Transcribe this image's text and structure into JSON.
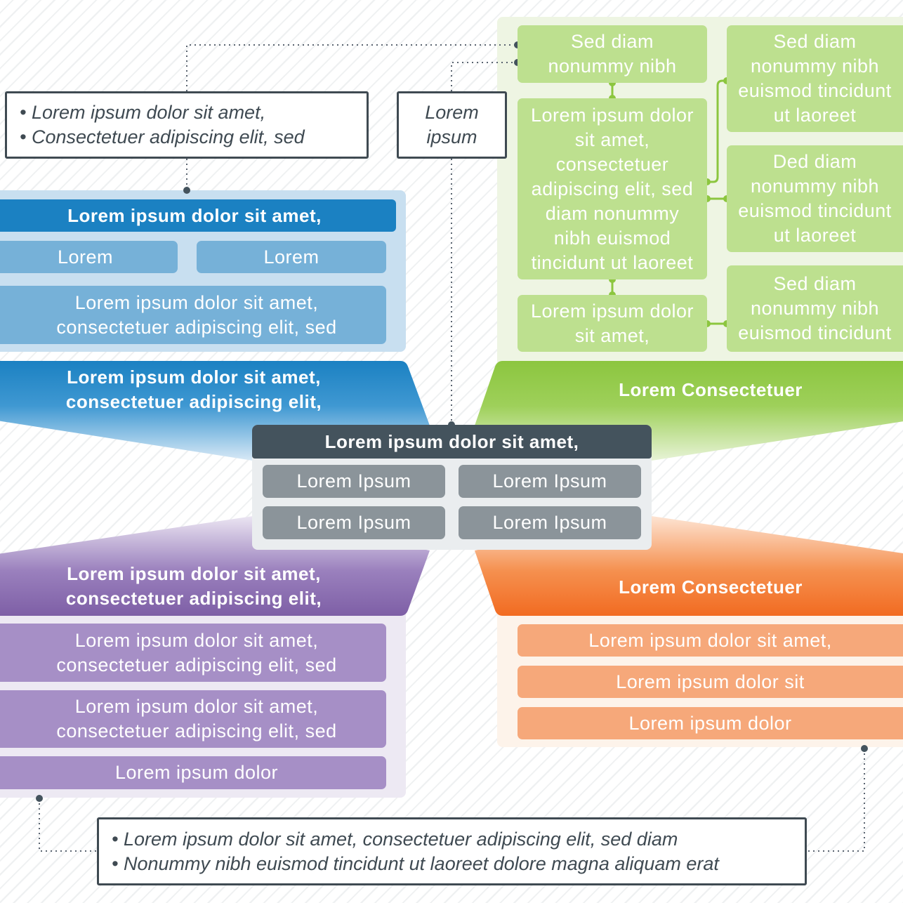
{
  "notes": {
    "top_left": [
      "• Lorem ipsum dolor sit amet,",
      "• Consectetuer adipiscing elit, sed"
    ],
    "top_mid": [
      "Lorem",
      "ipsum"
    ],
    "bottom": [
      "• Lorem ipsum dolor sit amet, consectetuer adipiscing elit, sed diam",
      "• Nonummy nibh euismod tincidunt ut laoreet dolore magna aliquam erat"
    ]
  },
  "blue": {
    "title": "Lorem ipsum dolor sit amet,",
    "btn_left": "Lorem",
    "btn_right": "Lorem",
    "wide": [
      "Lorem ipsum dolor sit amet,",
      "consectetuer adipiscing elit, sed"
    ],
    "banner": [
      "Lorem ipsum dolor sit amet,",
      "consectetuer adipiscing elit,"
    ]
  },
  "green": {
    "banner": "Lorem Consectetuer",
    "left": [
      [
        "Sed diam",
        "nonummy nibh"
      ],
      [
        "Lorem ipsum dolor",
        "sit amet,",
        "consectetuer",
        "adipiscing elit, sed",
        "diam nonummy",
        "nibh euismod",
        "tincidunt ut laoreet"
      ],
      [
        "Lorem ipsum dolor",
        "sit amet,"
      ]
    ],
    "right": [
      [
        "Sed diam",
        "nonummy nibh",
        "euismod tincidunt",
        "ut laoreet"
      ],
      [
        "Ded diam",
        "nonummy nibh",
        "euismod tincidunt",
        "ut laoreet"
      ],
      [
        "Sed diam",
        "nonummy nibh",
        "euismod tincidunt"
      ]
    ]
  },
  "center": {
    "title": "Lorem ipsum dolor sit amet,",
    "buttons": [
      "Lorem Ipsum",
      "Lorem Ipsum",
      "Lorem Ipsum",
      "Lorem Ipsum"
    ]
  },
  "purple": {
    "banner": [
      "Lorem ipsum dolor sit amet,",
      "consectetuer adipiscing elit,"
    ],
    "items": [
      [
        "Lorem ipsum dolor sit amet,",
        "consectetuer adipiscing elit, sed"
      ],
      [
        "Lorem ipsum dolor sit amet,",
        "consectetuer adipiscing elit, sed"
      ],
      [
        "Lorem ipsum dolor"
      ]
    ]
  },
  "orange": {
    "banner": "Lorem Consectetuer",
    "items": [
      "Lorem ipsum dolor sit amet,",
      "Lorem ipsum dolor sit",
      "Lorem ipsum dolor"
    ]
  },
  "colors": {
    "blue": "#1b81c2",
    "blue_box": "#76b1d8",
    "green": "#8cc63f",
    "green_box": "#bde08f",
    "purple": "#7e5fa6",
    "purple_box": "#a68fc6",
    "orange": "#f26b21",
    "orange_box": "#f6a87a",
    "dark": "#44535d",
    "gray_box": "#8b949a",
    "note_border": "#3f4a52"
  }
}
